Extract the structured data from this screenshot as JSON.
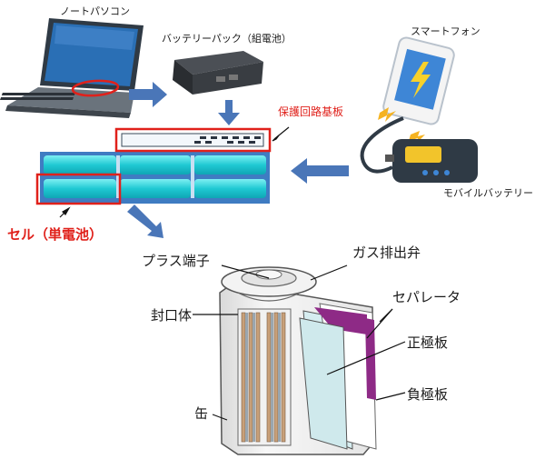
{
  "labels": {
    "laptop": "ノートパソコン",
    "battery_pack": "バッテリーパック（組電池）",
    "smartphone": "スマートフォン",
    "protection_board": "保護回路基板",
    "mobile_battery": "モバイルバッテリー",
    "cell": "セル（単電池）",
    "plus_terminal": "プラス端子",
    "gas_vent": "ガス排出弁",
    "separator": "セパレータ",
    "sealing_body": "封口体",
    "positive_plate": "正極板",
    "negative_plate": "負極板",
    "can": "缶"
  },
  "colors": {
    "highlight_red": "#e0211b",
    "arrow_blue": "#4a76b8",
    "cell_cyan": "#2fd4dc",
    "module_blue": "#3f7cc2",
    "negative_purple": "#8e2a86",
    "positive_cyan": "#cfe9ec"
  }
}
